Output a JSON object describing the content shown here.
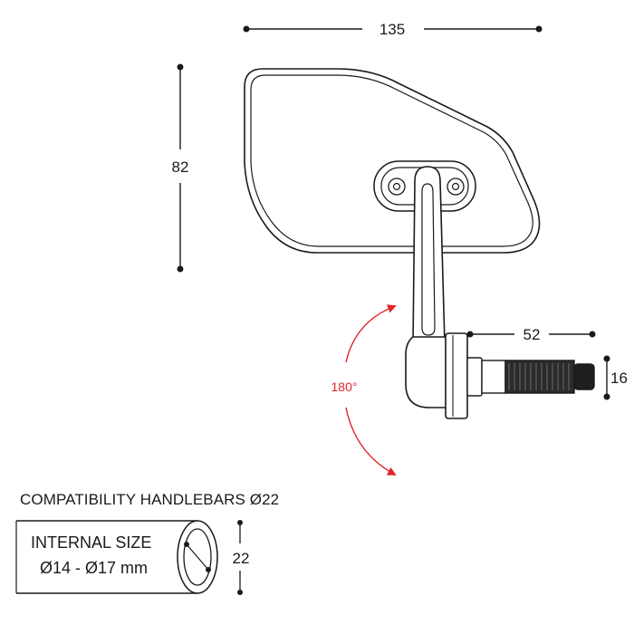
{
  "dimensions": {
    "width": "135",
    "height": "82",
    "arm_length": "52",
    "clamp_diameter": "16",
    "tube_diameter": "22"
  },
  "rotation": {
    "angle": "180°",
    "color": "#e0262b"
  },
  "compatibility": {
    "title": "COMPATIBILITY HANDLEBARS  Ø22",
    "internal_size_label": "INTERNAL SIZE",
    "internal_size_range": "Ø14 - Ø17 mm"
  },
  "colors": {
    "line": "#1a1a1a",
    "accent": "#e0262b"
  }
}
